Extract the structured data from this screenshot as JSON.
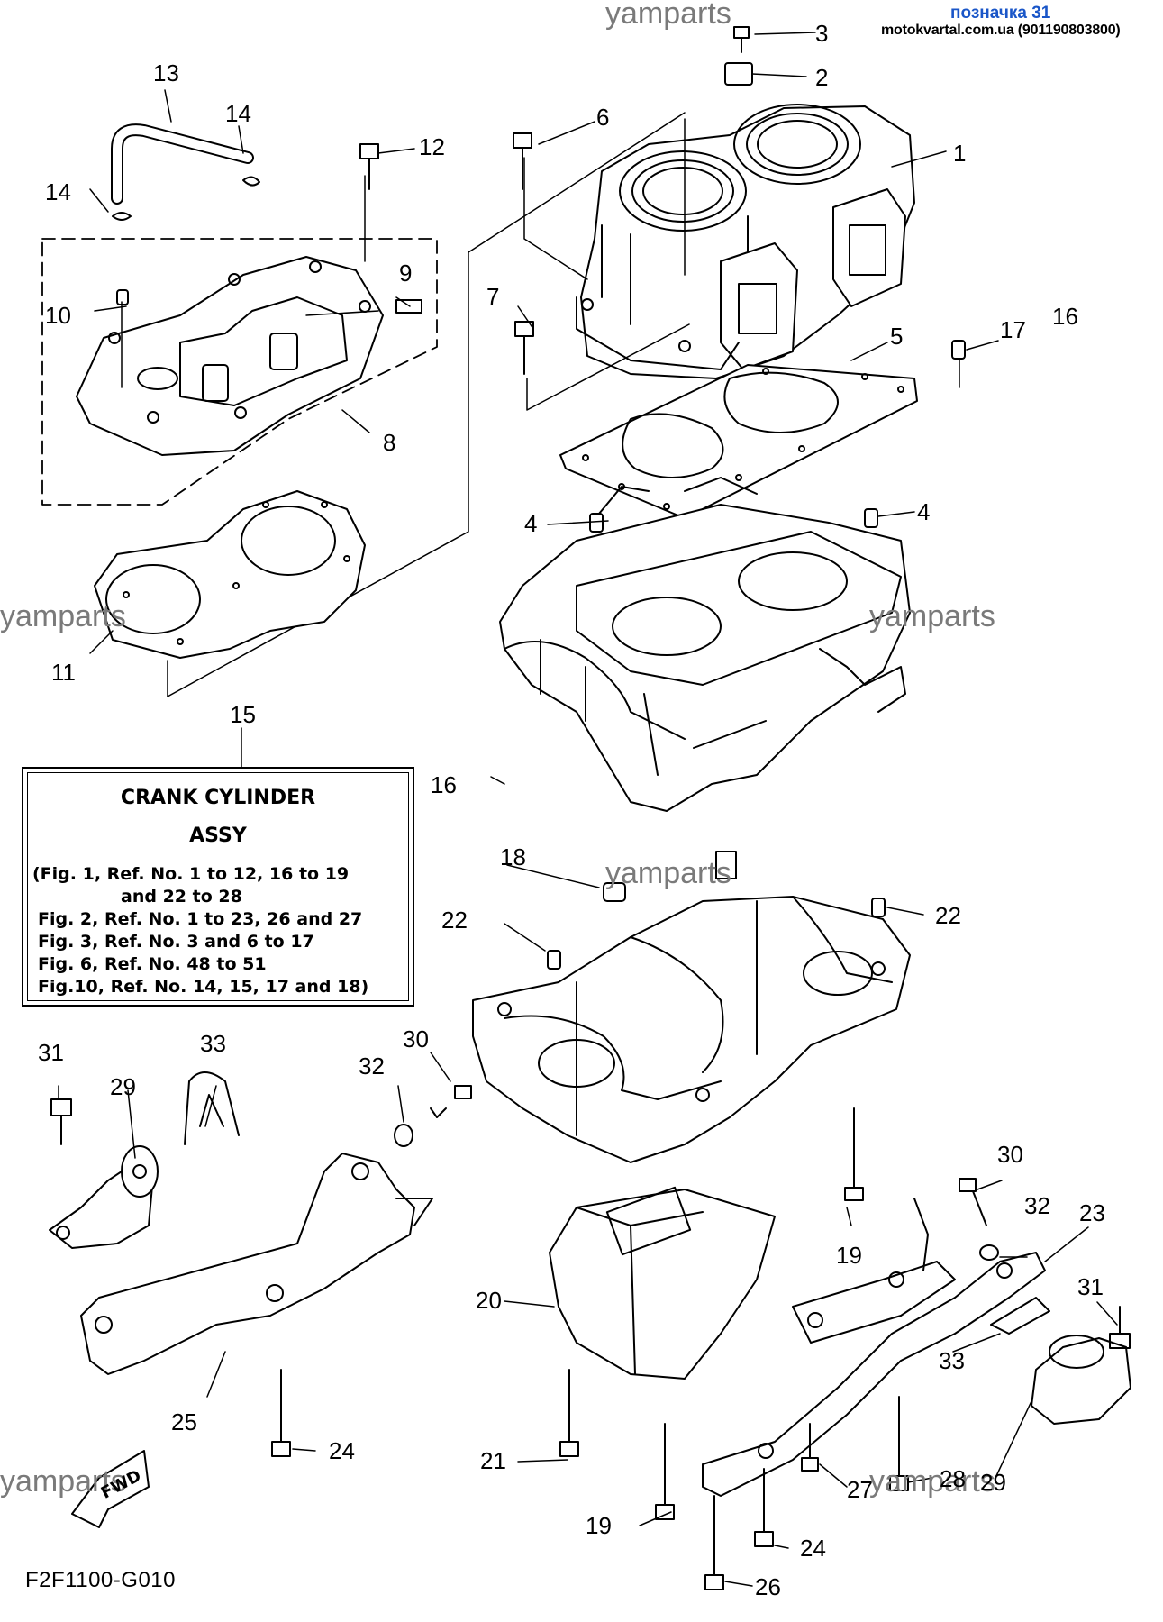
{
  "header": {
    "label": "позначка 31",
    "site": "motokvartal.com.ua (901190803800)"
  },
  "watermark": "yamparts",
  "legend": {
    "title": "CRANK CYLINDER",
    "subtitle": "ASSY",
    "lines": [
      "(Fig. 1, Ref. No. 1 to 12, 16 to 19",
      "and 22 to 28",
      "Fig. 2, Ref. No. 1 to 23, 26 and 27",
      "Fig. 3, Ref. No. 3 and 6 to 17",
      "Fig. 6, Ref. No. 48 to 51",
      "Fig.10, Ref. No. 14, 15, 17 and 18)"
    ]
  },
  "figure_code": "F2F1100-G010",
  "fwd_label": "FWD",
  "callouts": [
    "1",
    "2",
    "3",
    "4",
    "4",
    "5",
    "6",
    "7",
    "8",
    "9",
    "10",
    "11",
    "12",
    "13",
    "14",
    "14",
    "15",
    "16",
    "16",
    "17",
    "18",
    "19",
    "19",
    "20",
    "21",
    "22",
    "22",
    "23",
    "24",
    "24",
    "25",
    "26",
    "27",
    "28",
    "29",
    "29",
    "30",
    "30",
    "31",
    "31",
    "32",
    "32",
    "33",
    "33"
  ]
}
